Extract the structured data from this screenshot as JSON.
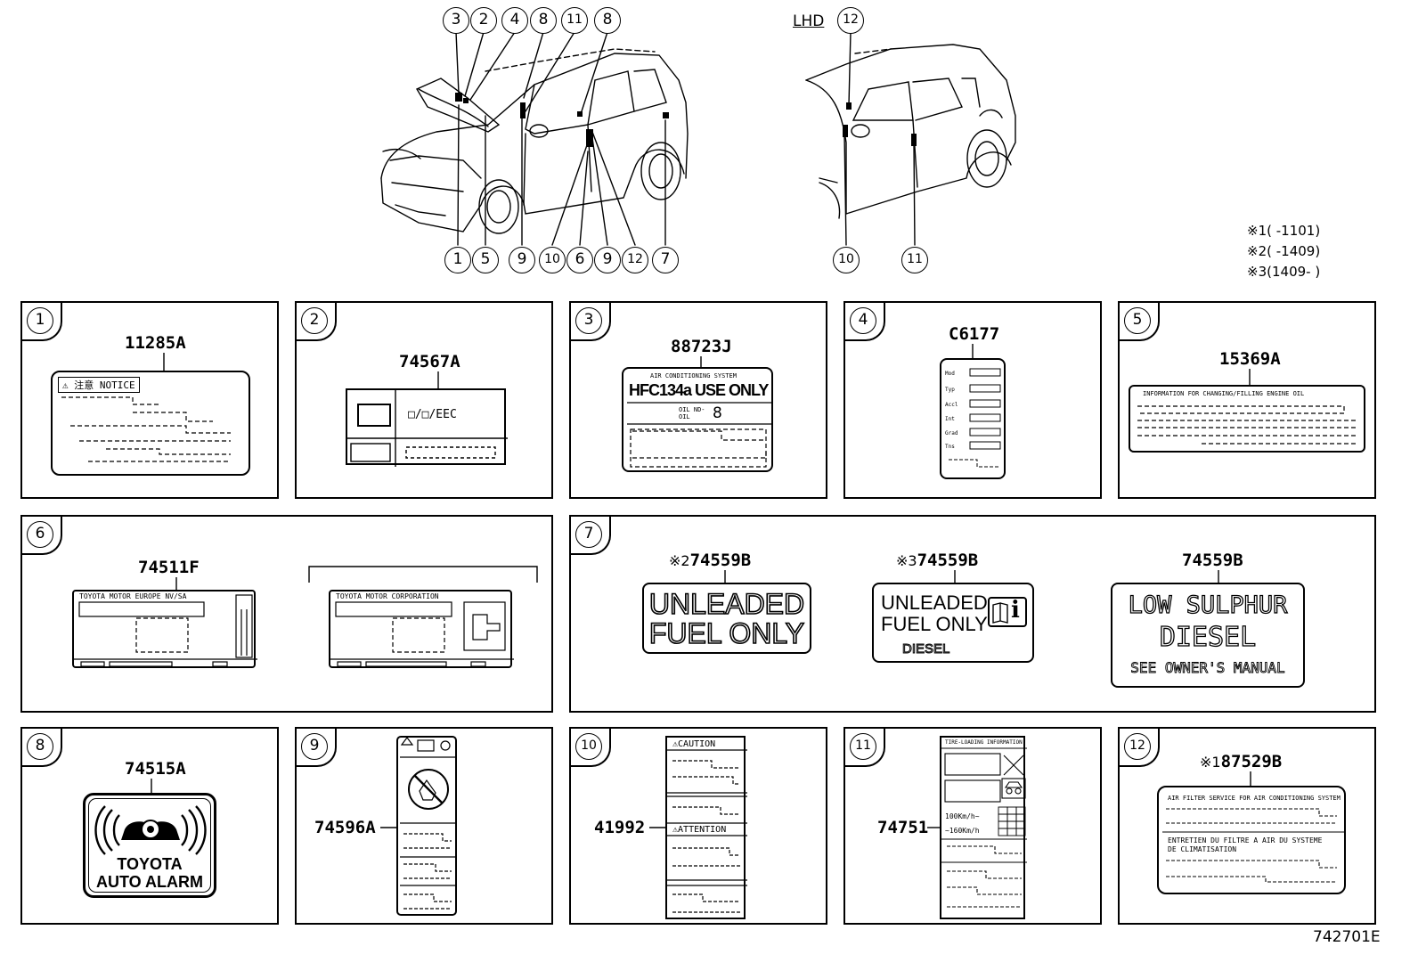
{
  "header": {
    "lhd": "LHD",
    "diagram_code": "742701E"
  },
  "callouts_top_left": [
    "3",
    "2",
    "4",
    "8",
    "11",
    "8"
  ],
  "callouts_bottom_left": [
    "1",
    "5",
    "9",
    "10",
    "6",
    "9",
    "12",
    "7"
  ],
  "callouts_top_right": [
    "12"
  ],
  "callouts_bottom_right": [
    "10",
    "11"
  ],
  "notes": [
    {
      "mark": "※1",
      "text": "(        -1101)"
    },
    {
      "mark": "※2",
      "text": "(        -1409)"
    },
    {
      "mark": "※3",
      "text": "(1409-        )"
    }
  ],
  "panels": {
    "p1": {
      "num": "1",
      "part": "11285A",
      "label_head": "注意 NOTICE"
    },
    "p2": {
      "num": "2",
      "part": "74567A",
      "label_text": "□/□/EEC"
    },
    "p3": {
      "num": "3",
      "part": "88723J",
      "label_head": "AIR CONDITIONING SYSTEM",
      "label_main": "HFC134a USE ONLY",
      "oil_text": "OIL ND-OIL",
      "oil_num": "8"
    },
    "p4": {
      "num": "4",
      "part": "C6177",
      "rows": [
        "Mod",
        "Typ",
        "Accl",
        "Int",
        "Grad",
        "Tns"
      ]
    },
    "p5": {
      "num": "5",
      "part": "15369A",
      "label_head": "INFORMATION FOR CHANGING/FILLING ENGINE OIL"
    },
    "p6": {
      "num": "6",
      "part": "74511F",
      "label_a_head": "TOYOTA MOTOR EUROPE NV/SA",
      "label_b_head": "TOYOTA MOTOR CORPORATION"
    },
    "p7": {
      "num": "7",
      "a": {
        "mark": "※2",
        "part": "74559B",
        "line1": "UNLEADED",
        "line2": "FUEL ONLY"
      },
      "b": {
        "mark": "※3",
        "part": "74559B",
        "line1": "UNLEADED",
        "line2": "FUEL ONLY",
        "line3": "DIESEL",
        "icon": "i"
      },
      "c": {
        "part": "74559B",
        "line1": "LOW SULPHUR",
        "line2": "DIESEL",
        "line3": "SEE OWNER'S MANUAL"
      }
    },
    "p8": {
      "num": "8",
      "part": "74515A",
      "line1": "TOYOTA",
      "line2": "AUTO ALARM"
    },
    "p9": {
      "num": "9",
      "part": "74596A"
    },
    "p10": {
      "num": "10",
      "part": "41992",
      "caution": "CAUTION",
      "attention": "ATTENTION"
    },
    "p11": {
      "num": "11",
      "part": "74751",
      "head": "TIRE-LOADING INFORMATION",
      "speed1": "100Km/h~",
      "speed2": "~160Km/h"
    },
    "p12": {
      "num": "12",
      "mark": "※1",
      "part": "87529B",
      "line1": "AIR FILTER SERVICE FOR AIR CONDITIONING SYSTEM",
      "line2": "ENTRETIEN DU FILTRE A AIR DU SYSTEME",
      "line3": "DE CLIMATISATION"
    }
  }
}
